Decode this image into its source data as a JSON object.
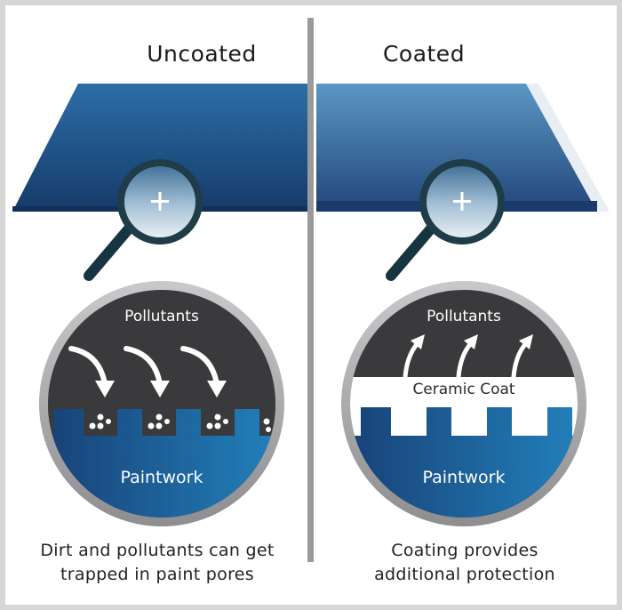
{
  "panels": {
    "uncoated": {
      "title": "Uncoated",
      "pollutants_label": "Pollutants",
      "paintwork_label": "Paintwork",
      "caption_line1": "Dirt and pollutants can get",
      "caption_line2": "trapped in paint pores"
    },
    "coated": {
      "title": "Coated",
      "pollutants_label": "Pollutants",
      "coat_label": "Ceramic Coat",
      "paintwork_label": "Paintwork",
      "caption_line1": "Coating provides",
      "caption_line2": "additional protection"
    }
  },
  "colors": {
    "frame": "#d6d6d6",
    "divider": "#9a9a9a",
    "panel_dark_blue": "#1c3f73",
    "panel_light_blue": "#4f8ec0",
    "circle_dark": "#3a3a3c",
    "paint_blue": "#1f6ea6",
    "ring_gray": "#a6a6a8"
  },
  "icons": {
    "magnifier": "magnifier-icon",
    "plus": "plus-icon",
    "arrow_down": "curved-arrow-down-icon",
    "arrow_up": "arrow-up-icon"
  }
}
